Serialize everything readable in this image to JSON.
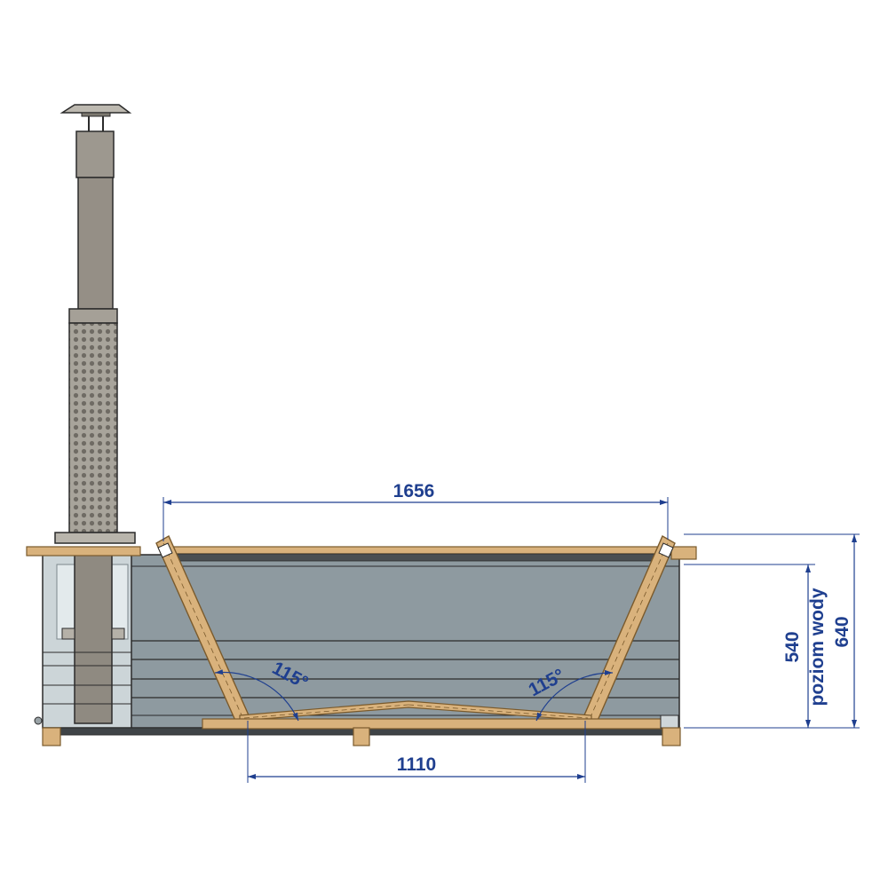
{
  "drawing": {
    "dimensions": {
      "top_width": "1656",
      "bottom_width": "1110",
      "water_level_value": "540",
      "water_level_label": "poziom wody",
      "total_height": "640",
      "angle_left": "115°",
      "angle_right": "115°"
    },
    "colors": {
      "dimension": "#1f3f8f",
      "wood": "#d9b27c",
      "wood_edge": "#7a5a2c",
      "tub_wall": "#8e9aa0",
      "tub_wall_dark": "#6f7b82",
      "chimney": "#9a958c",
      "chimney_dark": "#5b5853",
      "line": "#2b2b2b"
    }
  }
}
